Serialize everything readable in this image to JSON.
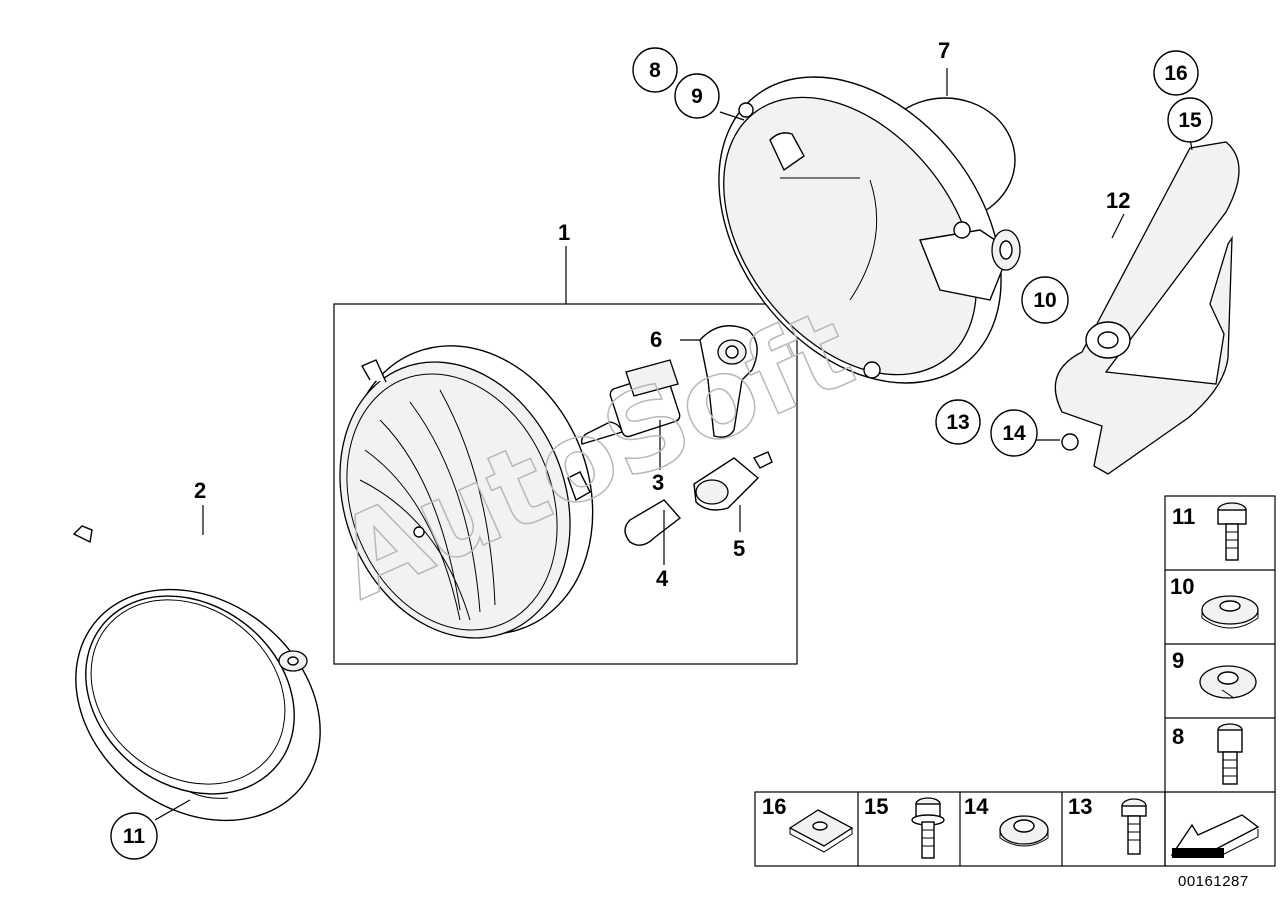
{
  "diagram": {
    "reference_number": "00161287",
    "watermark": "AutoSoft",
    "callouts": {
      "p1": "1",
      "p2": "2",
      "p3": "3",
      "p4": "4",
      "p5": "5",
      "p6": "6",
      "p7": "7",
      "p8": "8",
      "p9": "9",
      "p10": "10",
      "p11": "11",
      "p12": "12",
      "p13": "13",
      "p14": "14",
      "p15": "15",
      "p16": "16"
    },
    "legend_right": [
      "11",
      "10",
      "9",
      "8"
    ],
    "legend_bottom": [
      "16",
      "15",
      "14",
      "13"
    ]
  }
}
